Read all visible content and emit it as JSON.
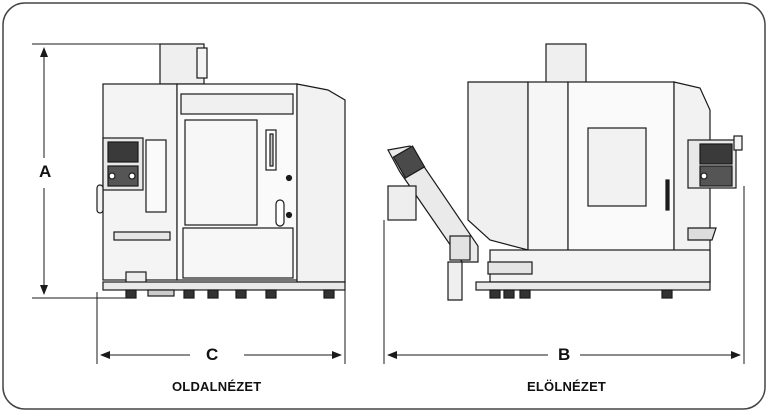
{
  "dimensions": {
    "a_label": "A",
    "b_label": "B",
    "c_label": "C"
  },
  "captions": {
    "side_view": "OLDALNÉZET",
    "front_view": "ELÖLNÉZET"
  },
  "colors": {
    "line": "#1a1a1a",
    "fill_light": "#f2f2f2",
    "fill_dark": "#2b2b2b",
    "border": "#444444"
  }
}
